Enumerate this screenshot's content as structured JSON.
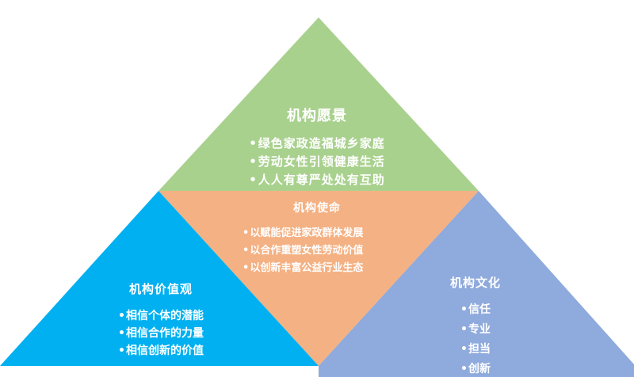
{
  "colors": {
    "vision_fill": "#a9d18e",
    "mission_fill": "#f4b183",
    "values_fill": "#00b0f0",
    "culture_fill": "#8faadc",
    "text": "#ffffff"
  },
  "vision": {
    "title": "机构愿景",
    "items": [
      "绿色家政造福城乡家庭",
      "劳动女性引领健康生活",
      "人人有尊严处处有互助"
    ]
  },
  "mission": {
    "title": "机构使命",
    "items": [
      "以赋能促进家政群体发展",
      "以合作重塑女性劳动价值",
      "以创新丰富公益行业生态"
    ]
  },
  "values": {
    "title": "机构价值观",
    "items": [
      "相信个体的潜能",
      "相信合作的力量",
      "相信创新的价值"
    ]
  },
  "culture": {
    "title": "机构文化",
    "items": [
      "信任",
      "专业",
      "担当",
      "创新"
    ]
  }
}
